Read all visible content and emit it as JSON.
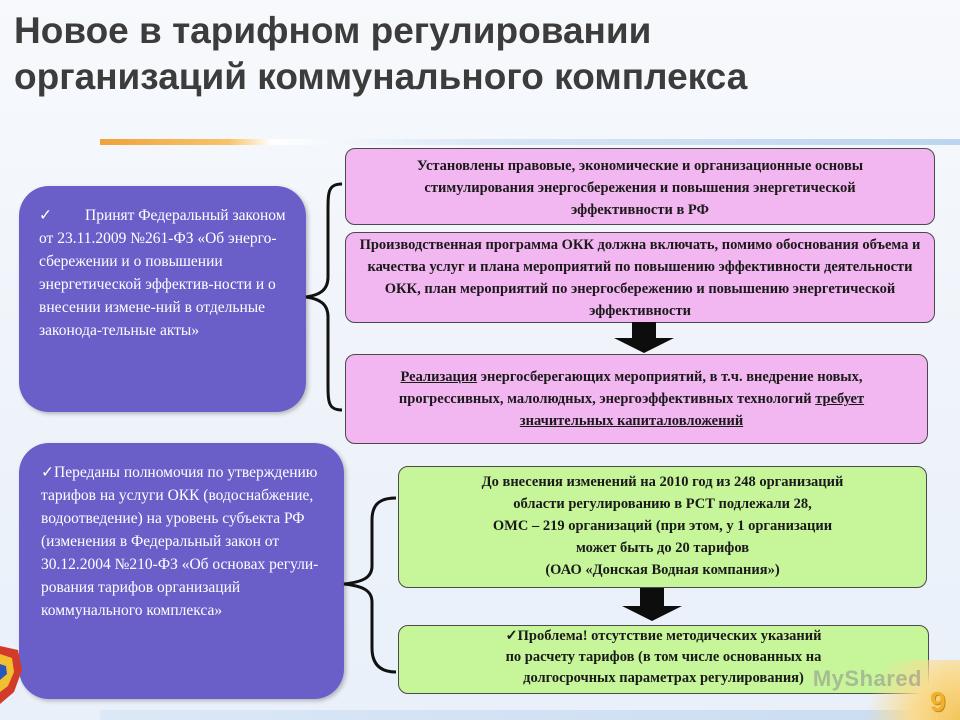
{
  "title": {
    "line1": "Новое в тарифном регулировании",
    "line2": "организаций коммунального комплекса"
  },
  "left_top": {
    "check": "✓",
    "text": "Принят Федеральный законом от 23.11.2009 №261-ФЗ «Об энерго-сбережении и о повышении энергетической эффектив-ности и о внесении измене-ний в отдельные законода-тельные акты»"
  },
  "left_bottom": {
    "check": "✓",
    "text": "Переданы полномочия по утверждению тарифов на услуги ОКК (водоснабжение, водоотведение) на уровень субъекта РФ (изменения в Федеральный закон от 30.12.2004 №210-ФЗ «Об основах регули-рования тарифов организаций коммунального комплекса»"
  },
  "pink1": {
    "text": "Установлены правовые, экономические и организационные основы стимулирования энергосбережения и повышения энергетической эффективности в РФ"
  },
  "pink2": {
    "text": "Производственная программа ОКК должна включать, помимо обоснования объема и качества услуг и плана мероприятий по повышению эффективности деятельности ОКК,  план мероприятий по энергосбережению и повышению энергетической эффективности"
  },
  "pink3": {
    "u1": "Реализация",
    "middle": " энергосберегающих мероприятий, в т.ч. внедрение новых, прогрессивных, малолюдных, энергоэффективных технологий ",
    "u2": "требует значительных капиталовложений"
  },
  "green1": {
    "line1": "До внесения изменений на 2010 год из 248 организаций",
    "line2": "области регулированию в РСТ подлежали 28,",
    "line3": "ОМС – 219 организаций (при этом, у 1 организации",
    "line4": "может быть до 20 тарифов",
    "line5": "(ОАО «Донская Водная компания»)"
  },
  "green2": {
    "line1": "✓Проблема! отсутствие методических указаний",
    "line2": "по расчету тарифов (в том числе основанных на",
    "line3": "долгосрочных параметрах регулирования)"
  },
  "watermark": "MyShared",
  "page_number": "9",
  "colors": {
    "purple": "#6a5fc9",
    "pink": "#f2b6f0",
    "green": "#c7f59a",
    "title": "#3c3c3c"
  }
}
